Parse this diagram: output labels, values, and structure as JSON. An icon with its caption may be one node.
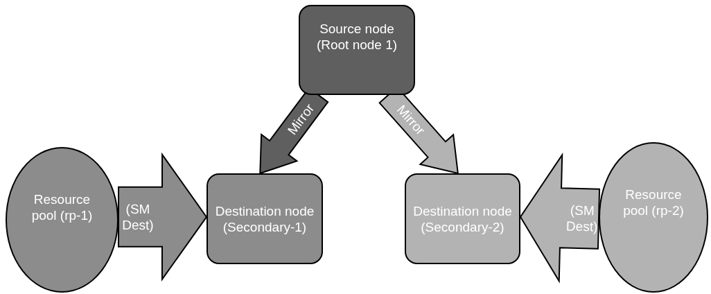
{
  "diagram": {
    "nodes": [
      {
        "text": [
          "Source node (Root node 1)"
        ]
      },
      {
        "text": [
          "Resource pool (rp-1)"
        ]
      },
      {
        "text": [
          "Destination node (Secondary-1)"
        ]
      },
      {
        "text": [
          "Destination node (Secondary-2)"
        ]
      },
      {
        "text": [
          "Resource pool (rp-2)"
        ]
      }
    ],
    "edges": [
      {
        "from": 0,
        "to": 2,
        "arrow": "to",
        "label": "Mirror",
        "color": "#5f5f5f"
      },
      {
        "from": 0,
        "to": 3,
        "arrow": "to",
        "label": "Mirror",
        "color": "#b3b3b3"
      },
      {
        "from": 1,
        "to": 2,
        "arrow": "to",
        "label": "(SM Dest)",
        "color": "#8c8c8c"
      },
      {
        "from": 4,
        "to": 3,
        "arrow": "to",
        "label": "(SM Dest)",
        "color": "#b3b3b3"
      }
    ]
  }
}
